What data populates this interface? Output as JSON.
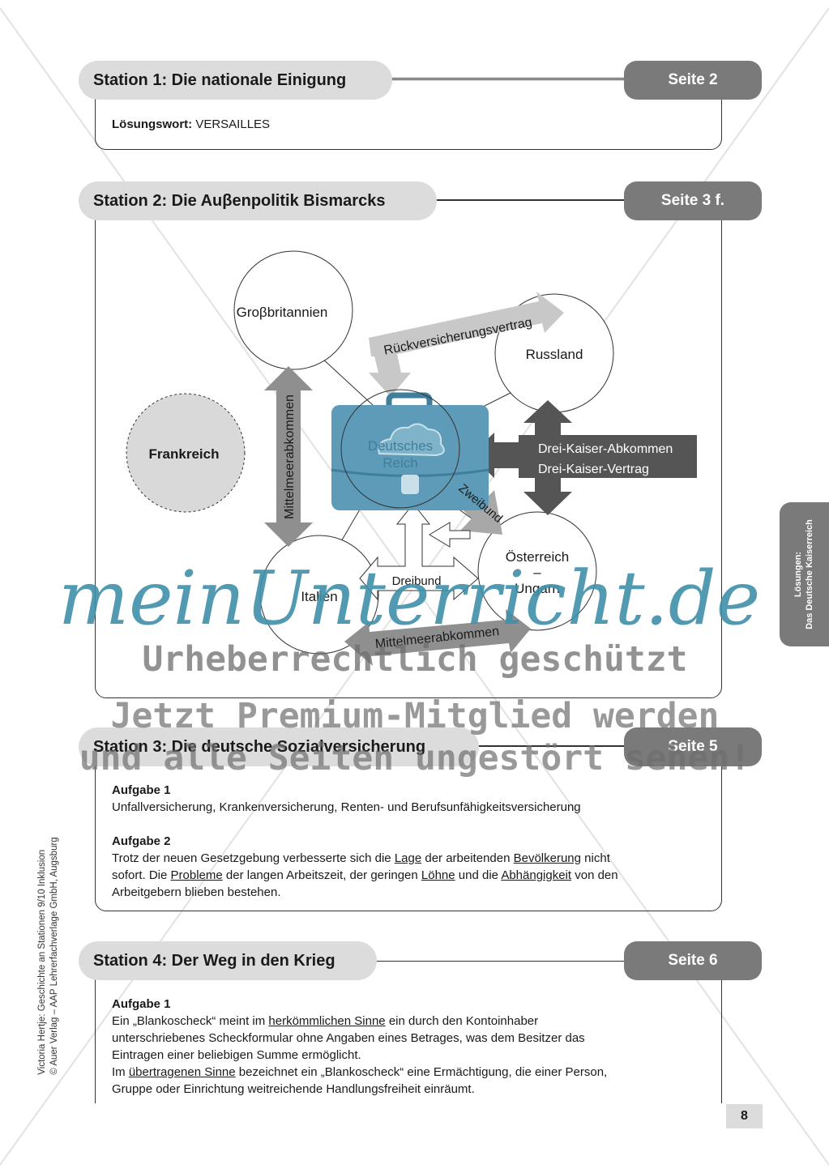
{
  "station1": {
    "title": "Station 1: Die nationale Einigung",
    "page": "Seite 2",
    "answer_label": "Lösungswort:",
    "answer_value": "VERSAILLES"
  },
  "station2": {
    "title": "Station 2: Die Auβenpolitik Bismarcks",
    "page": "Seite 3 f.",
    "diagram": {
      "grossbritannien": "Groβbritannien",
      "russland": "Russland",
      "frankreich": "Frankreich",
      "deutsches_reich_1": "Deutsches",
      "deutsches_reich_2": "Reich",
      "italien": "Italien",
      "oesterreich_1": "Österreich",
      "oesterreich_2": "–",
      "oesterreich_3": "Ungarn",
      "rueckversicherung": "Rückversicherungsvertrag",
      "mittelmeer_vertical": "Mittelmeerabkommen",
      "mittelmeer_bottom": "Mittelmeerabkommen",
      "dreikaiser_1": "Drei-Kaiser-Abkommen",
      "dreikaiser_2": "Drei-Kaiser-Vertrag",
      "zweibund": "Zweibund",
      "dreibund": "Dreibund"
    }
  },
  "station3": {
    "title": "Station 3: Die deutsche Sozialversicherung",
    "page": "Seite 5",
    "a1_label": "Aufgabe 1",
    "a1_text": "Unfallversicherung, Krankenversicherung, Renten- und Berufsunfähigkeitsversicherung",
    "a2_label": "Aufgabe 2",
    "a2_parts": [
      "Trotz der neuen Gesetzgebung verbesserte sich die ",
      "Lage",
      " der arbeitenden ",
      "Bevölkerung",
      " nicht",
      "sofort. Die ",
      "Probleme",
      " der langen Arbeitszeit, der geringen ",
      "Löhne",
      " und die ",
      "Abhängigkeit",
      " von den",
      "Arbeitgebern blieben bestehen."
    ]
  },
  "station4": {
    "title": "Station 4: Der Weg in den Krieg",
    "page": "Seite 6",
    "a1_label": "Aufgabe 1",
    "p1": "Ein „Blankoscheck“ meint im ",
    "p1_u": "herkömmlichen Sinne",
    "p1_rest": " ein durch den Kontoinhaber",
    "p2": "unterschriebenes Scheckformular ohne Angaben eines Betrages, was dem Besitzer das",
    "p3": "Eintragen einer beliebigen Summe ermöglicht.",
    "p4": "Im ",
    "p4_u": "übertragenen Sinne",
    "p4_rest": " bezeichnet ein „Blankoscheck“ eine Ermächtigung, die einer Person,",
    "p5": "Gruppe oder Einrichtung weitreichende Handlungsfreiheit einräumt."
  },
  "side_tab": {
    "line1": "Lösungen:",
    "line2": "Das Deutsche Kaiserreich"
  },
  "credit": {
    "line1": "Victoria Hertje: Geschichte an Stationen 9/10 Inklusion",
    "line2": "© Auer Verlag – AAP Lehrerfachverlage GmbH, Augsburg"
  },
  "page_number": "8",
  "watermark": {
    "brand": "meinUnterricht.de",
    "line1": "Urheberrechtlich geschützt",
    "line2": "Jetzt Premium-Mitglied werden",
    "line3": "und alle Seiten ungestört sehen!"
  }
}
